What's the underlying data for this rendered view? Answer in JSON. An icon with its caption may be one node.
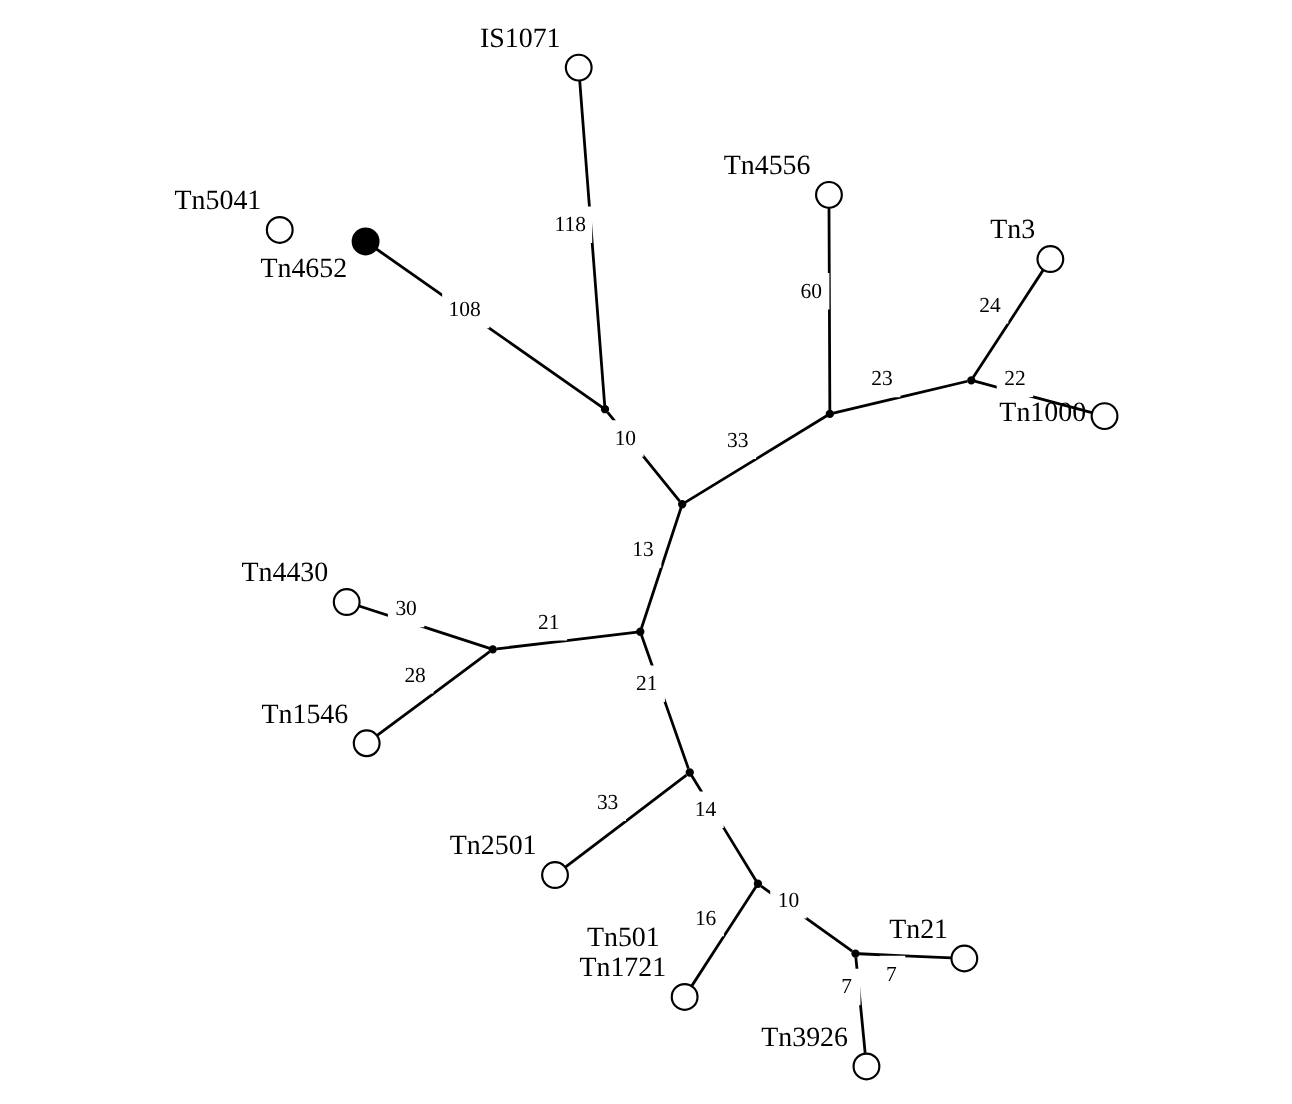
{
  "diagram": {
    "nodes": [
      {
        "text": [],
        "shape": "circle",
        "beside": [
          "Tn5041"
        ]
      },
      {
        "text": [],
        "shape": "dot",
        "beside": [
          "Tn4652"
        ]
      },
      {
        "text": [],
        "shape": "circle",
        "beside": [
          "Tn2501"
        ]
      },
      {
        "text": [],
        "shape": "circle",
        "beside": [
          "IS1071"
        ]
      },
      {
        "text": [],
        "shape": "circle",
        "beside": [
          "Tn3926"
        ]
      },
      {
        "text": [],
        "shape": "circle",
        "beside": [
          "Tn21"
        ]
      },
      {
        "text": [],
        "shape": "circle",
        "beside": [
          "Tn501",
          "Tn1721"
        ]
      },
      {
        "text": [],
        "shape": "point"
      },
      {
        "text": [],
        "shape": "point"
      },
      {
        "text": [],
        "shape": "point"
      },
      {
        "text": [],
        "shape": "point"
      },
      {
        "text": [],
        "shape": "point"
      },
      {
        "text": [],
        "shape": "point"
      },
      {
        "text": [],
        "shape": "point"
      },
      {
        "text": [],
        "shape": "point"
      },
      {
        "text": [],
        "shape": "point"
      },
      {
        "text": [],
        "shape": "circle",
        "beside": [
          "Tn1000"
        ]
      },
      {
        "text": [],
        "shape": "circle",
        "beside": [
          "Tn4430"
        ]
      },
      {
        "text": [],
        "shape": "circle",
        "beside": [
          "Tn3"
        ]
      },
      {
        "text": [],
        "shape": "circle",
        "beside": [
          "Tn1546"
        ]
      },
      {
        "text": [],
        "shape": "circle",
        "beside": [
          "Tn4556"
        ]
      }
    ],
    "edges": [
      {
        "from": 12,
        "to": 11,
        "arrow": "none",
        "label": "13"
      },
      {
        "from": 12,
        "to": 10,
        "arrow": "none",
        "label": "10"
      },
      {
        "from": 12,
        "to": 13,
        "arrow": "none",
        "label": "33"
      },
      {
        "from": 10,
        "to": 1,
        "arrow": "none",
        "label": "108"
      },
      {
        "from": 10,
        "to": 3,
        "arrow": "none",
        "label": "118"
      },
      {
        "from": 13,
        "to": 15,
        "arrow": "none",
        "label": "23"
      },
      {
        "from": 13,
        "to": 20,
        "arrow": "none",
        "label": "60"
      },
      {
        "from": 15,
        "to": 16,
        "arrow": "none",
        "label": "22"
      },
      {
        "from": 15,
        "to": 18,
        "arrow": "none",
        "label": "24"
      },
      {
        "from": 11,
        "to": 9,
        "arrow": "none",
        "label": "21"
      },
      {
        "from": 11,
        "to": 14,
        "arrow": "none",
        "label": "21"
      },
      {
        "from": 14,
        "to": 17,
        "arrow": "none",
        "label": "30"
      },
      {
        "from": 14,
        "to": 19,
        "arrow": "none",
        "label": "28"
      },
      {
        "from": 9,
        "to": 2,
        "arrow": "none",
        "label": "33"
      },
      {
        "from": 9,
        "to": 8,
        "arrow": "none",
        "label": "14"
      },
      {
        "from": 8,
        "to": 6,
        "arrow": "none",
        "label": "16"
      },
      {
        "from": 8,
        "to": 7,
        "arrow": "none",
        "label": "10"
      },
      {
        "from": 7,
        "to": 5,
        "arrow": "none",
        "label": "7"
      },
      {
        "from": 7,
        "to": 4,
        "arrow": "none",
        "label": "7"
      }
    ]
  }
}
